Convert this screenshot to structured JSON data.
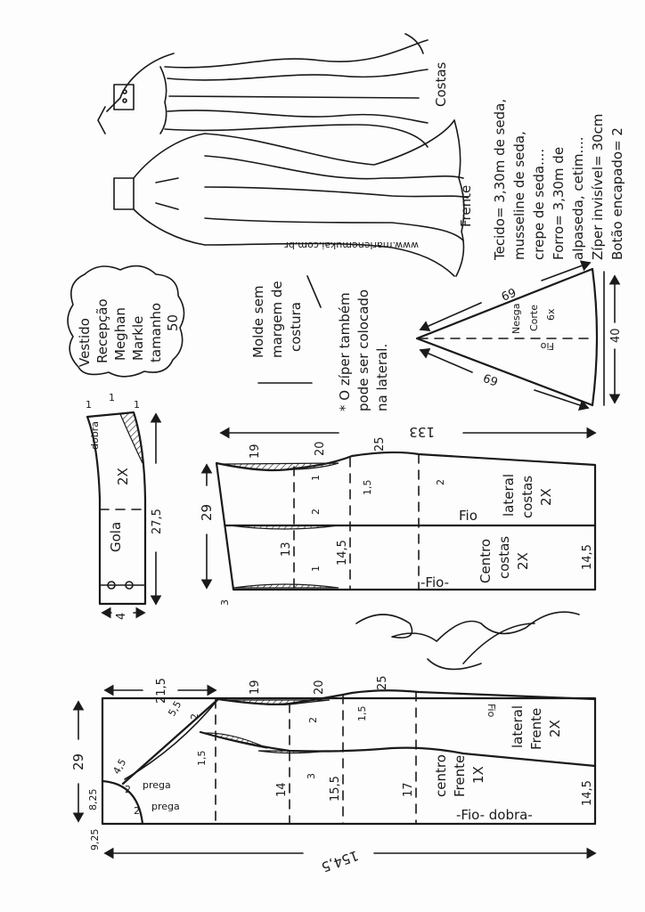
{
  "sketch": {
    "back_label": "Costas",
    "front_label": "Frente",
    "website": "www.marlenemukai.com.br"
  },
  "notes": {
    "lines": [
      "Tecido= 3,30m de seda,",
      "musseline de seda,",
      "crepe de seda....",
      "Forro= 3,30m de",
      "alpaseda, cetim....",
      "Zíper invisível= 30cm",
      "Botão encapado= 2"
    ]
  },
  "title_cloud": {
    "lines": [
      "Vestido",
      "Recepção",
      "Meghan",
      "Markle",
      "tamanho",
      "50"
    ]
  },
  "seam_note": {
    "lines": [
      "Molde sem",
      "margem de",
      "costura"
    ]
  },
  "zipper_note": {
    "lines": [
      "* O zíper também",
      "pode ser colocado",
      "na lateral."
    ]
  },
  "godet": {
    "label_lines": [
      "Nesga",
      "Corte",
      "6x"
    ],
    "grain": "Fio",
    "side_top": "69",
    "side_bottom": "69",
    "width": "40"
  },
  "collar": {
    "name": "Gola",
    "count": "2X",
    "fold": "dobra",
    "length": "27,5",
    "width": "4",
    "ease": [
      "1",
      "1",
      "1"
    ]
  },
  "back_piece": {
    "total_length": "133",
    "height": "29",
    "bottom_offset": "3",
    "segments": [
      "19",
      "20",
      "25"
    ],
    "adjustments": [
      "1",
      "1,5",
      "2",
      "2",
      "1"
    ],
    "center_heights": [
      "13",
      "14,5",
      "14,5"
    ],
    "side_label": [
      "lateral",
      "costas",
      "2X"
    ],
    "center_label": [
      "Centro",
      "costas",
      "2X"
    ],
    "grain": "Fio",
    "grain_bottom": "-Fio-"
  },
  "front_piece": {
    "total_length": "154,5",
    "height": "29",
    "segments": [
      "21,5",
      "19",
      "20",
      "25"
    ],
    "neck_height": "8,25",
    "neck_width": "9,25",
    "shoulder": "5,5",
    "shoulder_ease": "4,5",
    "adjustments": [
      "2",
      "1,5",
      "2",
      "1,5",
      "3"
    ],
    "center_heights": [
      "14",
      "15,5",
      "17",
      "14,5"
    ],
    "pleats": [
      "2",
      "prega",
      "2",
      "prega"
    ],
    "side_label": [
      "lateral",
      "Frente",
      "2X"
    ],
    "center_label": [
      "centro",
      "Frente",
      "1X"
    ],
    "grain": "Fio",
    "grain_bottom": "-Fio- dobra-"
  }
}
